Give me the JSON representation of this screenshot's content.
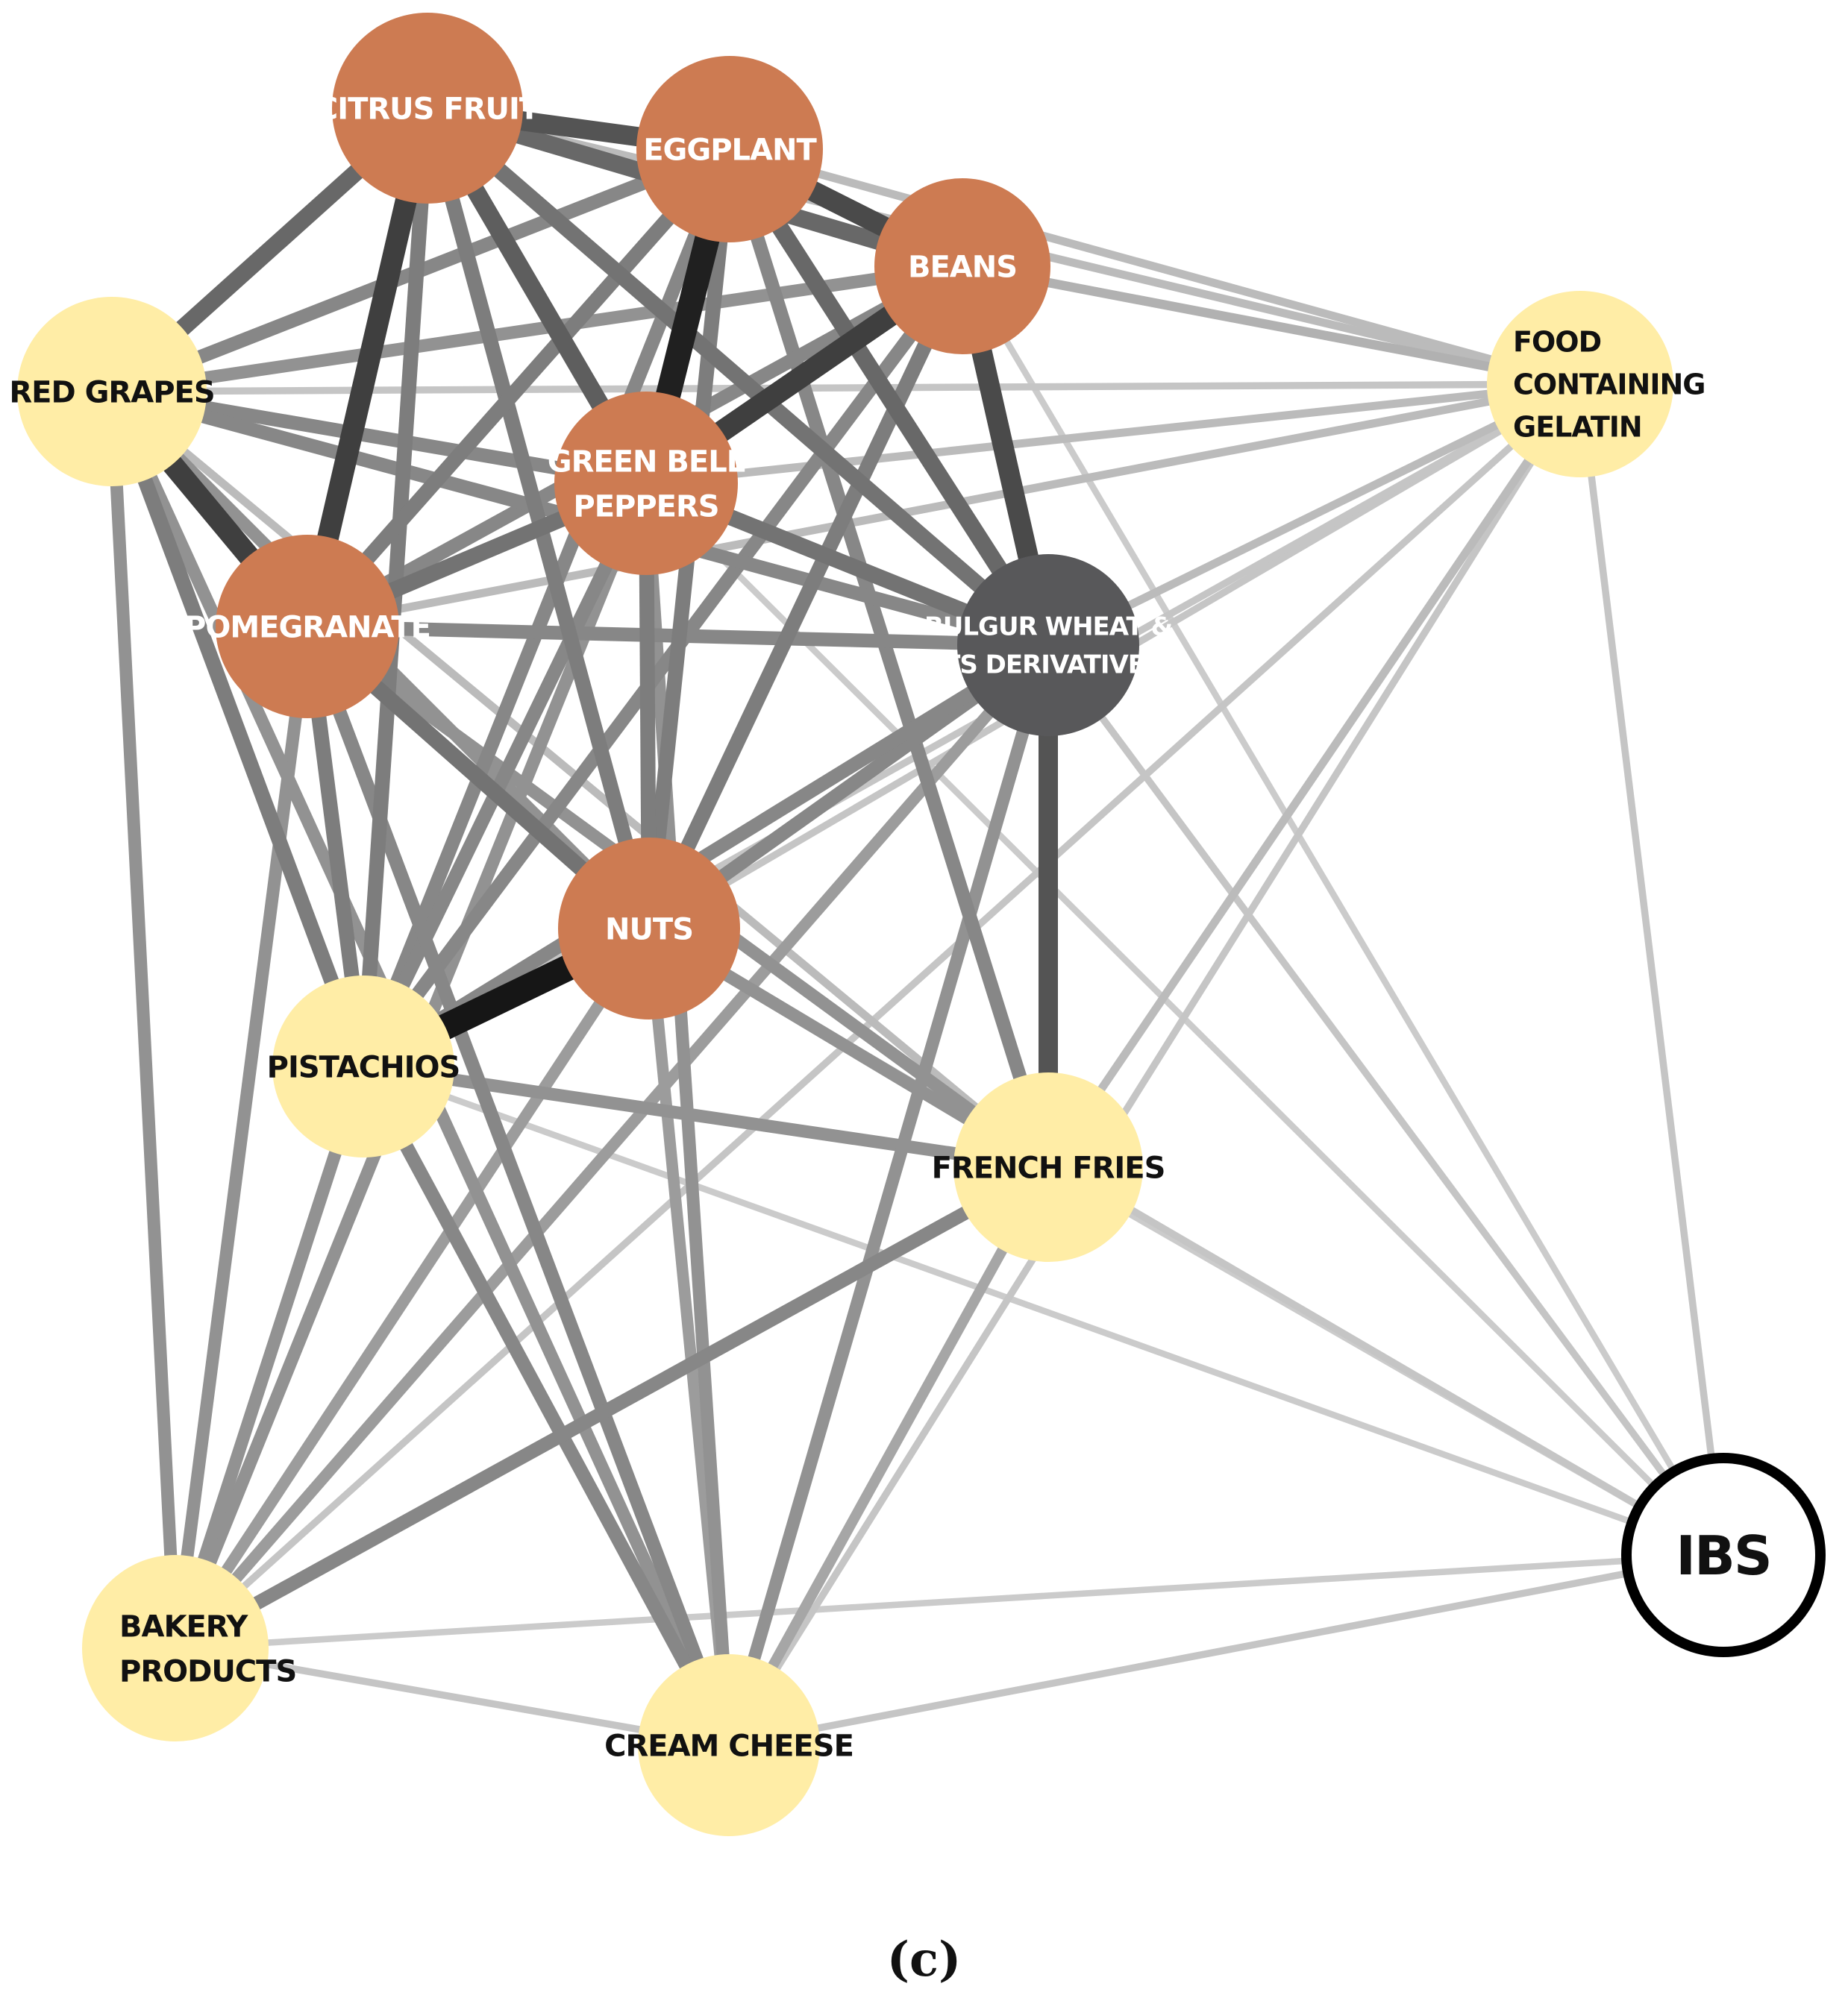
{
  "colors": {
    "orange_node": "#CD7B52",
    "yellow_node": "#FFEDA6",
    "dark_node": "#58585A",
    "outcome_outline": "#000000",
    "light_text": "#FFFFFF",
    "dark_text": "#111111"
  },
  "nodes": [
    {
      "id": "citrus",
      "lines": [
        "CITRUS FRUIT"
      ],
      "group": "orange"
    },
    {
      "id": "eggplant",
      "lines": [
        "EGGPLANT"
      ],
      "group": "orange"
    },
    {
      "id": "beans",
      "lines": [
        "BEANS"
      ],
      "group": "orange"
    },
    {
      "id": "redgrapes",
      "lines": [
        "RED GRAPES"
      ],
      "group": "yellow"
    },
    {
      "id": "gelatin",
      "lines": [
        "FOOD",
        "CONTAINING",
        "GELATIN"
      ],
      "group": "yellow"
    },
    {
      "id": "greenbell",
      "lines": [
        "GREEN BELL",
        "PEPPERS"
      ],
      "group": "orange"
    },
    {
      "id": "pomegranate",
      "lines": [
        "POMEGRANATE"
      ],
      "group": "orange"
    },
    {
      "id": "bulgur",
      "lines": [
        "BULGUR WHEAT &",
        "ITS DERIVATIVES"
      ],
      "group": "dark"
    },
    {
      "id": "nuts",
      "lines": [
        "NUTS"
      ],
      "group": "orange"
    },
    {
      "id": "pistachios",
      "lines": [
        "PISTACHIOS"
      ],
      "group": "yellow"
    },
    {
      "id": "frenchfries",
      "lines": [
        "FRENCH FRIES"
      ],
      "group": "yellow"
    },
    {
      "id": "ibs",
      "lines": [
        "IBS"
      ],
      "group": "outcome"
    },
    {
      "id": "bakery",
      "lines": [
        "BAKERY",
        "PRODUCTS"
      ],
      "group": "yellow"
    },
    {
      "id": "creamcheese",
      "lines": [
        "CREAM CHEESE"
      ],
      "group": "yellow"
    }
  ],
  "edges": [
    [
      "nuts",
      "pistachios",
      1.0
    ],
    [
      "eggplant",
      "greenbell",
      0.95
    ],
    [
      "greenbell",
      "beans",
      0.8
    ],
    [
      "citrus",
      "pomegranate",
      0.8
    ],
    [
      "redgrapes",
      "pomegranate",
      0.8
    ],
    [
      "eggplant",
      "beans",
      0.75
    ],
    [
      "citrus",
      "eggplant",
      0.7
    ],
    [
      "beans",
      "bulgur",
      0.75
    ],
    [
      "bulgur",
      "frenchfries",
      0.7
    ],
    [
      "citrus",
      "greenbell",
      0.65
    ],
    [
      "citrus",
      "redgrapes",
      0.6
    ],
    [
      "citrus",
      "beans",
      0.6
    ],
    [
      "citrus",
      "bulgur",
      0.55
    ],
    [
      "citrus",
      "nuts",
      0.5
    ],
    [
      "citrus",
      "pistachios",
      0.5
    ],
    [
      "eggplant",
      "pomegranate",
      0.5
    ],
    [
      "eggplant",
      "bulgur",
      0.6
    ],
    [
      "eggplant",
      "nuts",
      0.5
    ],
    [
      "eggplant",
      "frenchfries",
      0.45
    ],
    [
      "eggplant",
      "redgrapes",
      0.45
    ],
    [
      "eggplant",
      "pistachios",
      0.45
    ],
    [
      "beans",
      "nuts",
      0.5
    ],
    [
      "beans",
      "pomegranate",
      0.45
    ],
    [
      "beans",
      "pistachios",
      0.45
    ],
    [
      "beans",
      "redgrapes",
      0.4
    ],
    [
      "greenbell",
      "pomegranate",
      0.55
    ],
    [
      "greenbell",
      "bulgur",
      0.55
    ],
    [
      "greenbell",
      "nuts",
      0.5
    ],
    [
      "greenbell",
      "redgrapes",
      0.45
    ],
    [
      "greenbell",
      "pistachios",
      0.45
    ],
    [
      "greenbell",
      "creamcheese",
      0.4
    ],
    [
      "greenbell",
      "bakery",
      0.4
    ],
    [
      "pomegranate",
      "nuts",
      0.55
    ],
    [
      "pomegranate",
      "bulgur",
      0.45
    ],
    [
      "pomegranate",
      "pistachios",
      0.5
    ],
    [
      "pomegranate",
      "frenchfries",
      0.4
    ],
    [
      "pomegranate",
      "creamcheese",
      0.45
    ],
    [
      "pomegranate",
      "bakery",
      0.4
    ],
    [
      "redgrapes",
      "bulgur",
      0.45
    ],
    [
      "redgrapes",
      "pistachios",
      0.5
    ],
    [
      "redgrapes",
      "nuts",
      0.4
    ],
    [
      "redgrapes",
      "creamcheese",
      0.4
    ],
    [
      "redgrapes",
      "bakery",
      0.4
    ],
    [
      "nuts",
      "bulgur",
      0.45
    ],
    [
      "nuts",
      "frenchfries",
      0.4
    ],
    [
      "nuts",
      "creamcheese",
      0.35
    ],
    [
      "nuts",
      "bakery",
      0.35
    ],
    [
      "pistachios",
      "bulgur",
      0.45
    ],
    [
      "pistachios",
      "frenchfries",
      0.4
    ],
    [
      "pistachios",
      "creamcheese",
      0.45
    ],
    [
      "pistachios",
      "bakery",
      0.4
    ],
    [
      "bulgur",
      "creamcheese",
      0.4
    ],
    [
      "bulgur",
      "bakery",
      0.35
    ],
    [
      "frenchfries",
      "bakery",
      0.45
    ],
    [
      "frenchfries",
      "creamcheese",
      0.3
    ],
    [
      "gelatin",
      "eggplant",
      0.2
    ],
    [
      "gelatin",
      "beans",
      0.25
    ],
    [
      "gelatin",
      "citrus",
      0.2
    ],
    [
      "gelatin",
      "redgrapes",
      0.15
    ],
    [
      "gelatin",
      "greenbell",
      0.2
    ],
    [
      "gelatin",
      "pomegranate",
      0.2
    ],
    [
      "gelatin",
      "bulgur",
      0.2
    ],
    [
      "gelatin",
      "nuts",
      0.15
    ],
    [
      "gelatin",
      "pistachios",
      0.15
    ],
    [
      "gelatin",
      "frenchfries",
      0.2
    ],
    [
      "gelatin",
      "creamcheese",
      0.15
    ],
    [
      "gelatin",
      "bakery",
      0.15
    ],
    [
      "gelatin",
      "ibs",
      0.15
    ],
    [
      "ibs",
      "creamcheese",
      0.15
    ],
    [
      "ibs",
      "bakery",
      0.12
    ],
    [
      "ibs",
      "bulgur",
      0.15
    ],
    [
      "ibs",
      "nuts",
      0.15
    ],
    [
      "ibs",
      "frenchfries",
      0.12
    ],
    [
      "ibs",
      "pistachios",
      0.12
    ],
    [
      "ibs",
      "beans",
      0.12
    ],
    [
      "ibs",
      "greenbell",
      0.12
    ],
    [
      "bakery",
      "creamcheese",
      0.15
    ],
    [
      "redgrapes",
      "frenchfries",
      0.2
    ]
  ],
  "panel_label": "(c)"
}
